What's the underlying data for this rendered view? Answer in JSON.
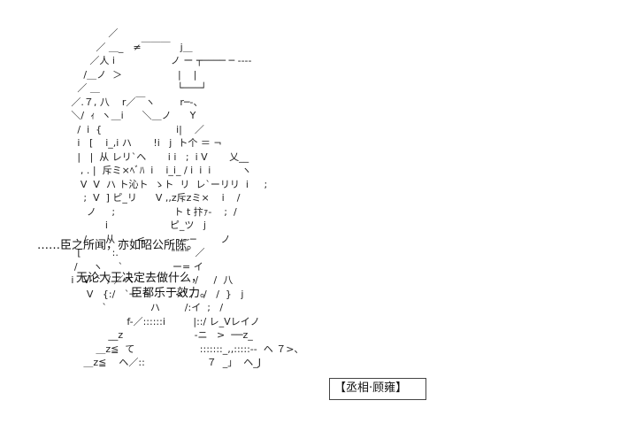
{
  "dialogue": {
    "line1": "……臣之所闻，亦如昭公所陈。",
    "line2": "无论大王决定去做什么，",
    "line3": "臣都乐于效力。"
  },
  "nameplate": {
    "label": "【丞相·顾雍】"
  },
  "ascii_art": {
    "lines": [
      "                                   ／　　　　　　　　　　　　　　　　　　　",
      "                               ／ ＿_　≠￣￣￣　j＿",
      "                             ／人 i                  ノ ー ┬──── ─ ----",
      "                           /＿ノ  ＞                  |    |",
      "                         ／ ＿                         └───┘",
      "                       ／.７, 八    r／￣ヽ        r─‐、",
      "                       ＼/  ｨ  ヽ＿i      ＼＿ノ      Y",
      "                         /  i  {                        i|    ／",
      "                         i   [    i_,i ハ       !i   j  ト个 ＝ ¬",
      "                         |   |  从 レリ`ヘ       i i   ;  i V       乂__",
      "                          , . |  斥ミ×ﾍﾞﾊ  i    i_i_ / i  i  i          ヽ",
      "                          V  V  ハ ト沁ト  ゝト  リ  レ`ーリリ  i     ;",
      "                           ;  V  ] ピ_リ      V ,,z斥zミ×    i    /",
      "                            ノ     ;                   ト t 抃ｧ-    ;  /",
      "                                  i                    ピ_ツ   j",
      "                           /      从       <            ~─        ノ",
      "                         [          :.                 \"\"\"\"  ／",
      "                        /     ヽ     `                ー= イ",
      "                       i   V ^  / ／ヘ                    /     /  八",
      "                            V   {:/   `─   ─        <\" /   /   /  }   j",
      "                                 `              ハ        /:イ  ;   /",
      "                                         f-／::::::i         |::/ レ_Vレイノ",
      "                                   __z                       -ニ   >  ──z_",
      "                               ＿z≦  て                     :::::::_,,:::::-‐  ヘ ７>、",
      "                           ＿z≦    ヘ／::                    ７  _」  ヘ_J"
    ]
  }
}
